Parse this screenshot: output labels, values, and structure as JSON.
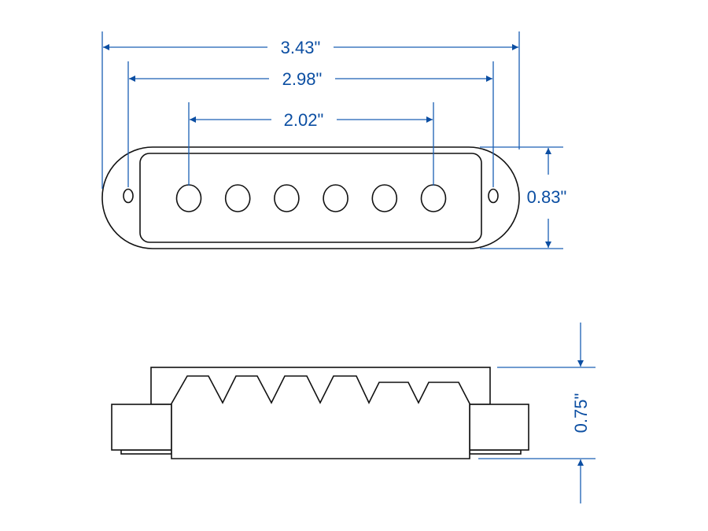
{
  "top_view": {
    "overall_length": "3.43\"",
    "mounting_hole_spacing": "2.98\"",
    "pole_spacing": "2.02\"",
    "width": "0.83\"",
    "pole_count": 6
  },
  "side_view": {
    "height": "0.75\""
  },
  "colors": {
    "dimension": "#0b4ea2",
    "outline": "#111111"
  }
}
